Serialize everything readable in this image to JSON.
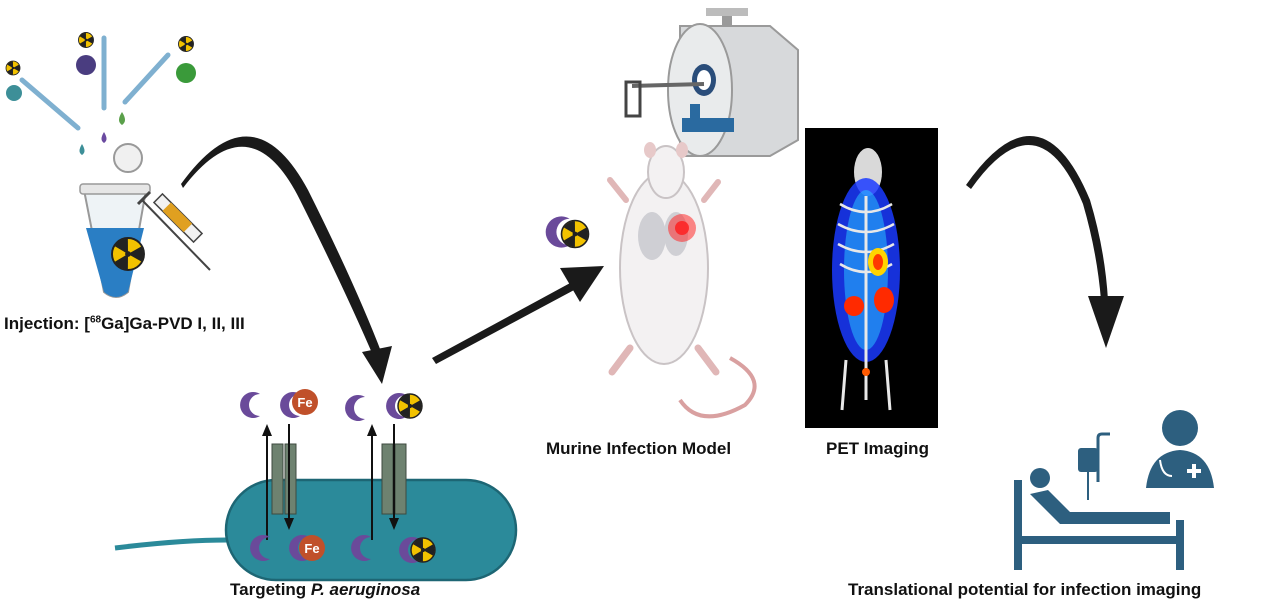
{
  "labels": {
    "injection_prefix": "Injection: [",
    "injection_superscript": "68",
    "injection_suffix": "Ga]Ga-PVD I, II, III",
    "targeting_prefix": "Targeting ",
    "targeting_italic": "P. aeruginosa",
    "murine": "Murine Infection Model",
    "pet": "PET Imaging",
    "translational": "Translational potential for infection imaging"
  },
  "iron_symbol": "Fe",
  "colors": {
    "arrow": "#1a1a1a",
    "bacterium": "#2b8a9a",
    "channel": "#6e8270",
    "siderophore": "#6a4a9a",
    "iron": "#c0502a",
    "radiation": "#f2c200",
    "clinical": "#2d5f7f",
    "pet_background": "#000000"
  },
  "icons": [
    "pipette-icon",
    "tube-icon",
    "syringe-icon",
    "radiation-icon",
    "siderophore-icon",
    "iron-icon",
    "bacterium-icon",
    "pet-scanner-icon",
    "mouse-icon",
    "pet-image-icon",
    "patient-bed-icon",
    "doctor-icon",
    "iv-drip-icon"
  ]
}
